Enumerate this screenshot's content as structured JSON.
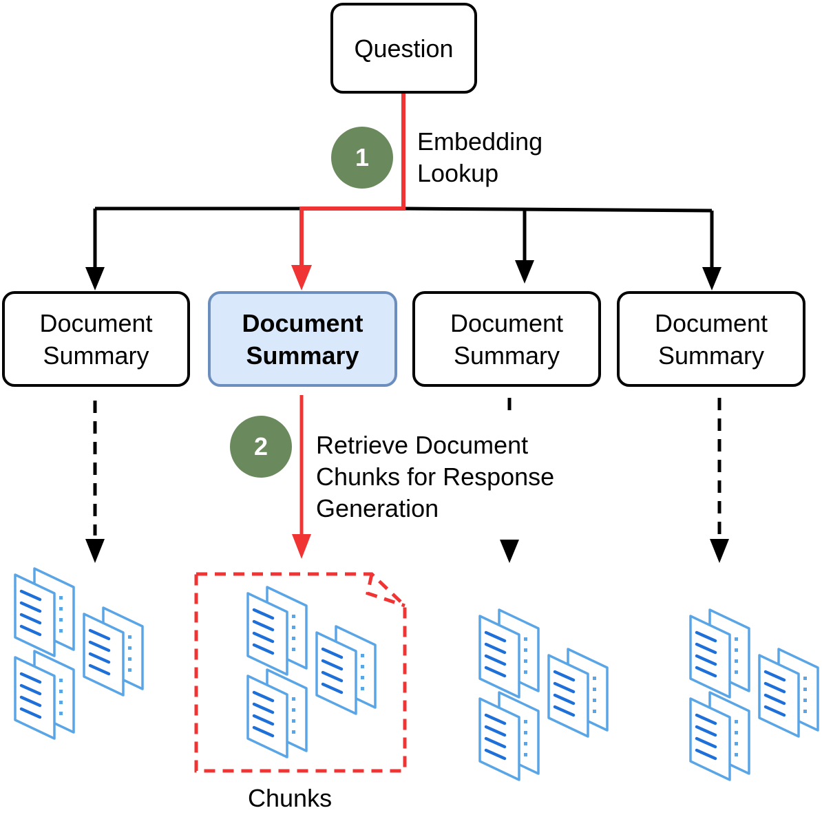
{
  "question": "Question",
  "steps": [
    {
      "number": "1",
      "lines": [
        "Embedding",
        "Lookup"
      ]
    },
    {
      "number": "2",
      "lines": [
        "Retrieve Document",
        "Chunks for Response",
        "Generation"
      ]
    }
  ],
  "summaries": [
    {
      "line1": "Document",
      "line2": "Summary",
      "selected": false
    },
    {
      "line1": "Document",
      "line2": "Summary",
      "selected": true
    },
    {
      "line1": "Document",
      "line2": "Summary",
      "selected": false
    },
    {
      "line1": "Document",
      "line2": "Summary",
      "selected": false
    }
  ],
  "chunks_label": "Chunks",
  "icons": {
    "chunk_group": "document-stack-icon"
  },
  "colors": {
    "highlight_path": "#f03434",
    "selected_fill": "#dae8fc",
    "selected_border": "#6c8ebf",
    "badge": "#6a8a5e",
    "doc_icon": "#5aa5e6",
    "doc_lines": "#1f6fd8"
  }
}
